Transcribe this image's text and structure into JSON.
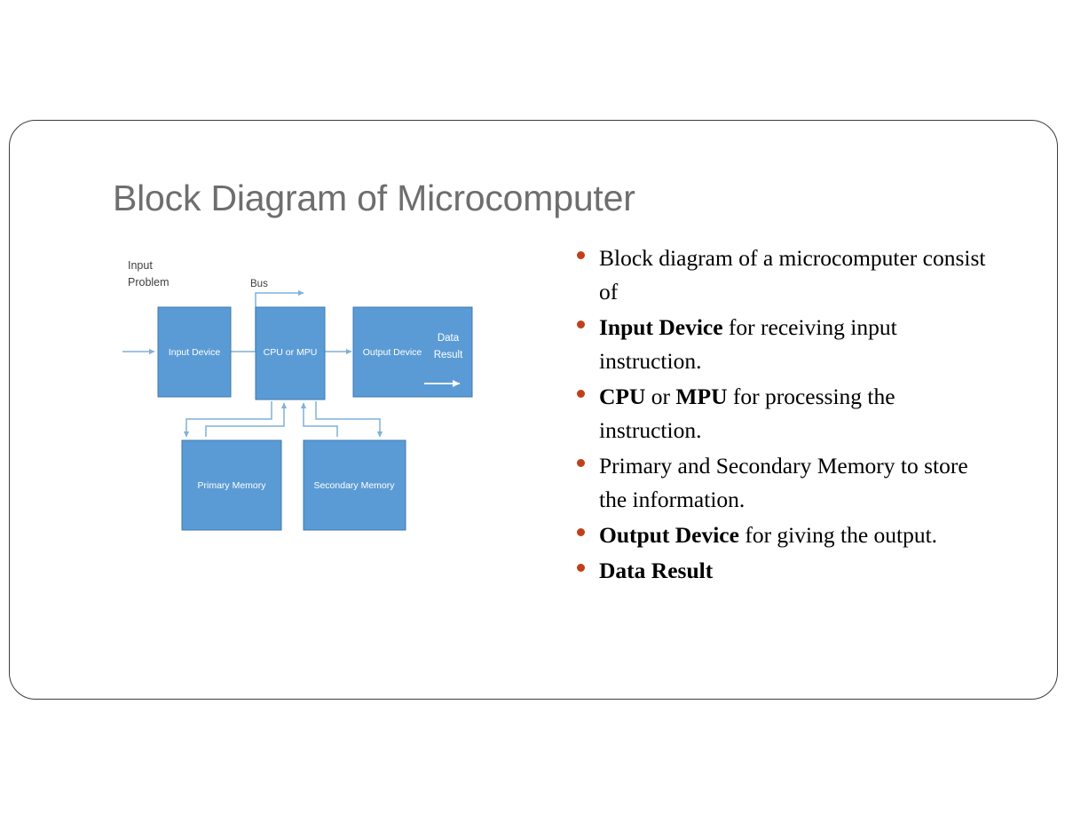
{
  "slide": {
    "title": "Block Diagram of Microcomputer",
    "card_border_color": "#3d3d3d",
    "title_color": "#6e6e6e",
    "background": "#ffffff"
  },
  "diagram": {
    "name": "block-diagram-of-microcomputer",
    "box_fill": "#5B9BD5",
    "box_stroke": "#3E79AE",
    "connector_color": "#7FB0DC",
    "label_color": "#3f3f3f",
    "box_label_color": "#ffffff",
    "labels": {
      "input": "Input",
      "problem": "Problem",
      "bus": "Bus",
      "data": "Data",
      "result": "Result"
    },
    "boxes": [
      {
        "id": "input-device",
        "label": "Input Device"
      },
      {
        "id": "cpu",
        "label": "CPU or MPU"
      },
      {
        "id": "output-device",
        "label": "Output Device"
      },
      {
        "id": "primary-memory",
        "label": "Primary Memory"
      },
      {
        "id": "secondary-memory",
        "label": "Secondary Memory"
      }
    ]
  },
  "bullets": [
    {
      "id": "bullet-consist-of",
      "segments": [
        {
          "text": "Block diagram of a microcomputer consist of",
          "bold": false
        }
      ]
    },
    {
      "id": "bullet-input-device",
      "segments": [
        {
          "text": "Input Device",
          "bold": true
        },
        {
          "text": " for receiving input instruction.",
          "bold": false
        }
      ]
    },
    {
      "id": "bullet-cpu-mpu",
      "segments": [
        {
          "text": "CPU",
          "bold": true
        },
        {
          "text": " or ",
          "bold": false
        },
        {
          "text": "MPU",
          "bold": true
        },
        {
          "text": " for processing the instruction.",
          "bold": false
        }
      ]
    },
    {
      "id": "bullet-memory",
      "segments": [
        {
          "text": "Primary and Secondary Memory to store the information.",
          "bold": false
        }
      ]
    },
    {
      "id": "bullet-output-device",
      "segments": [
        {
          "text": "Output Device",
          "bold": true
        },
        {
          "text": " for giving the output.",
          "bold": false
        }
      ]
    },
    {
      "id": "bullet-data-result",
      "segments": [
        {
          "text": "Data Result",
          "bold": true
        }
      ]
    }
  ],
  "colors": {
    "bullet_dot": "#C0401C",
    "accent_blue": "#5B9BD5"
  }
}
